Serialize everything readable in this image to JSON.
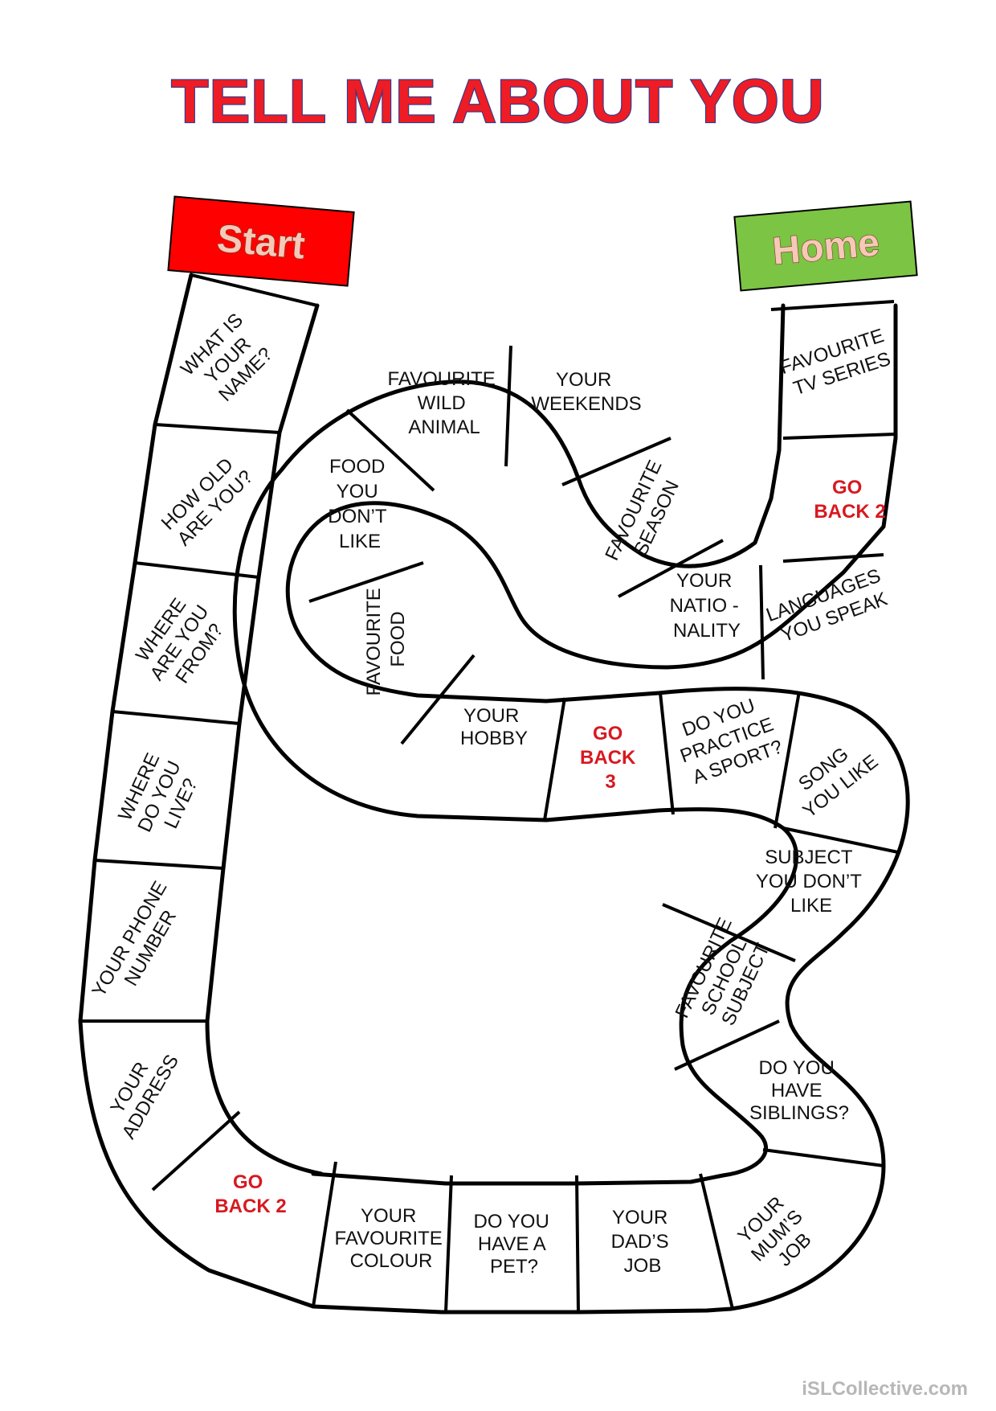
{
  "title": "TELL ME ABOUT YOU",
  "start_label": "Start",
  "home_label": "Home",
  "watermark": "iSLCollective.com",
  "colors": {
    "title_fill": "#ee1c25",
    "title_outline": "#2a3a8c",
    "start_banner": "#ff0000",
    "home_banner": "#7cc443",
    "go_back_text": "#d71920"
  },
  "squares": [
    {
      "lines": [
        "WHAT IS",
        "YOUR",
        "NAME?"
      ]
    },
    {
      "lines": [
        "HOW OLD",
        "ARE YOU?"
      ]
    },
    {
      "lines": [
        "WHERE",
        "ARE YOU",
        "FROM?"
      ]
    },
    {
      "lines": [
        "WHERE",
        "DO YOU",
        "LIVE?"
      ]
    },
    {
      "lines": [
        "YOUR PHONE",
        "NUMBER"
      ]
    },
    {
      "lines": [
        "YOUR",
        "ADDRESS"
      ]
    },
    {
      "lines": [
        "GO",
        "BACK 2"
      ],
      "red": true
    },
    {
      "lines": [
        "YOUR",
        "FAVOURITE",
        "COLOUR"
      ]
    },
    {
      "lines": [
        "DO YOU",
        "HAVE A",
        "PET?"
      ]
    },
    {
      "lines": [
        "YOUR",
        "DAD’S",
        "JOB"
      ]
    },
    {
      "lines": [
        "YOUR",
        "MUM’S",
        "JOB"
      ]
    },
    {
      "lines": [
        "DO YOU",
        "HAVE",
        "SIBLINGS?"
      ]
    },
    {
      "lines": [
        "FAVOURITE",
        "SCHOOL",
        "SUBJECT"
      ]
    },
    {
      "lines": [
        "SUBJECT",
        "YOU DON’T",
        "LIKE"
      ]
    },
    {
      "lines": [
        "SONG",
        "YOU LIKE"
      ]
    },
    {
      "lines": [
        "DO YOU",
        "PRACTICE",
        "A SPORT?"
      ]
    },
    {
      "lines": [
        "GO",
        "BACK",
        "3"
      ],
      "red": true
    },
    {
      "lines": [
        "YOUR",
        "HOBBY"
      ]
    },
    {
      "lines": [
        "FAVOURITE",
        "FOOD"
      ]
    },
    {
      "lines": [
        "FOOD",
        "YOU",
        "DON’T",
        "LIKE"
      ]
    },
    {
      "lines": [
        "FAVOURITE",
        "WILD",
        "ANIMAL"
      ]
    },
    {
      "lines": [
        "YOUR",
        "WEEKENDS"
      ]
    },
    {
      "lines": [
        "FAVOURITE",
        "SEASON"
      ]
    },
    {
      "lines": [
        "YOUR",
        "NATIO -",
        "NALITY"
      ]
    },
    {
      "lines": [
        "LANGUAGES",
        "YOU SPEAK"
      ]
    },
    {
      "lines": [
        "GO",
        "BACK 2"
      ],
      "red": true
    },
    {
      "lines": [
        "FAVOURITE",
        "TV SERIES"
      ]
    }
  ]
}
